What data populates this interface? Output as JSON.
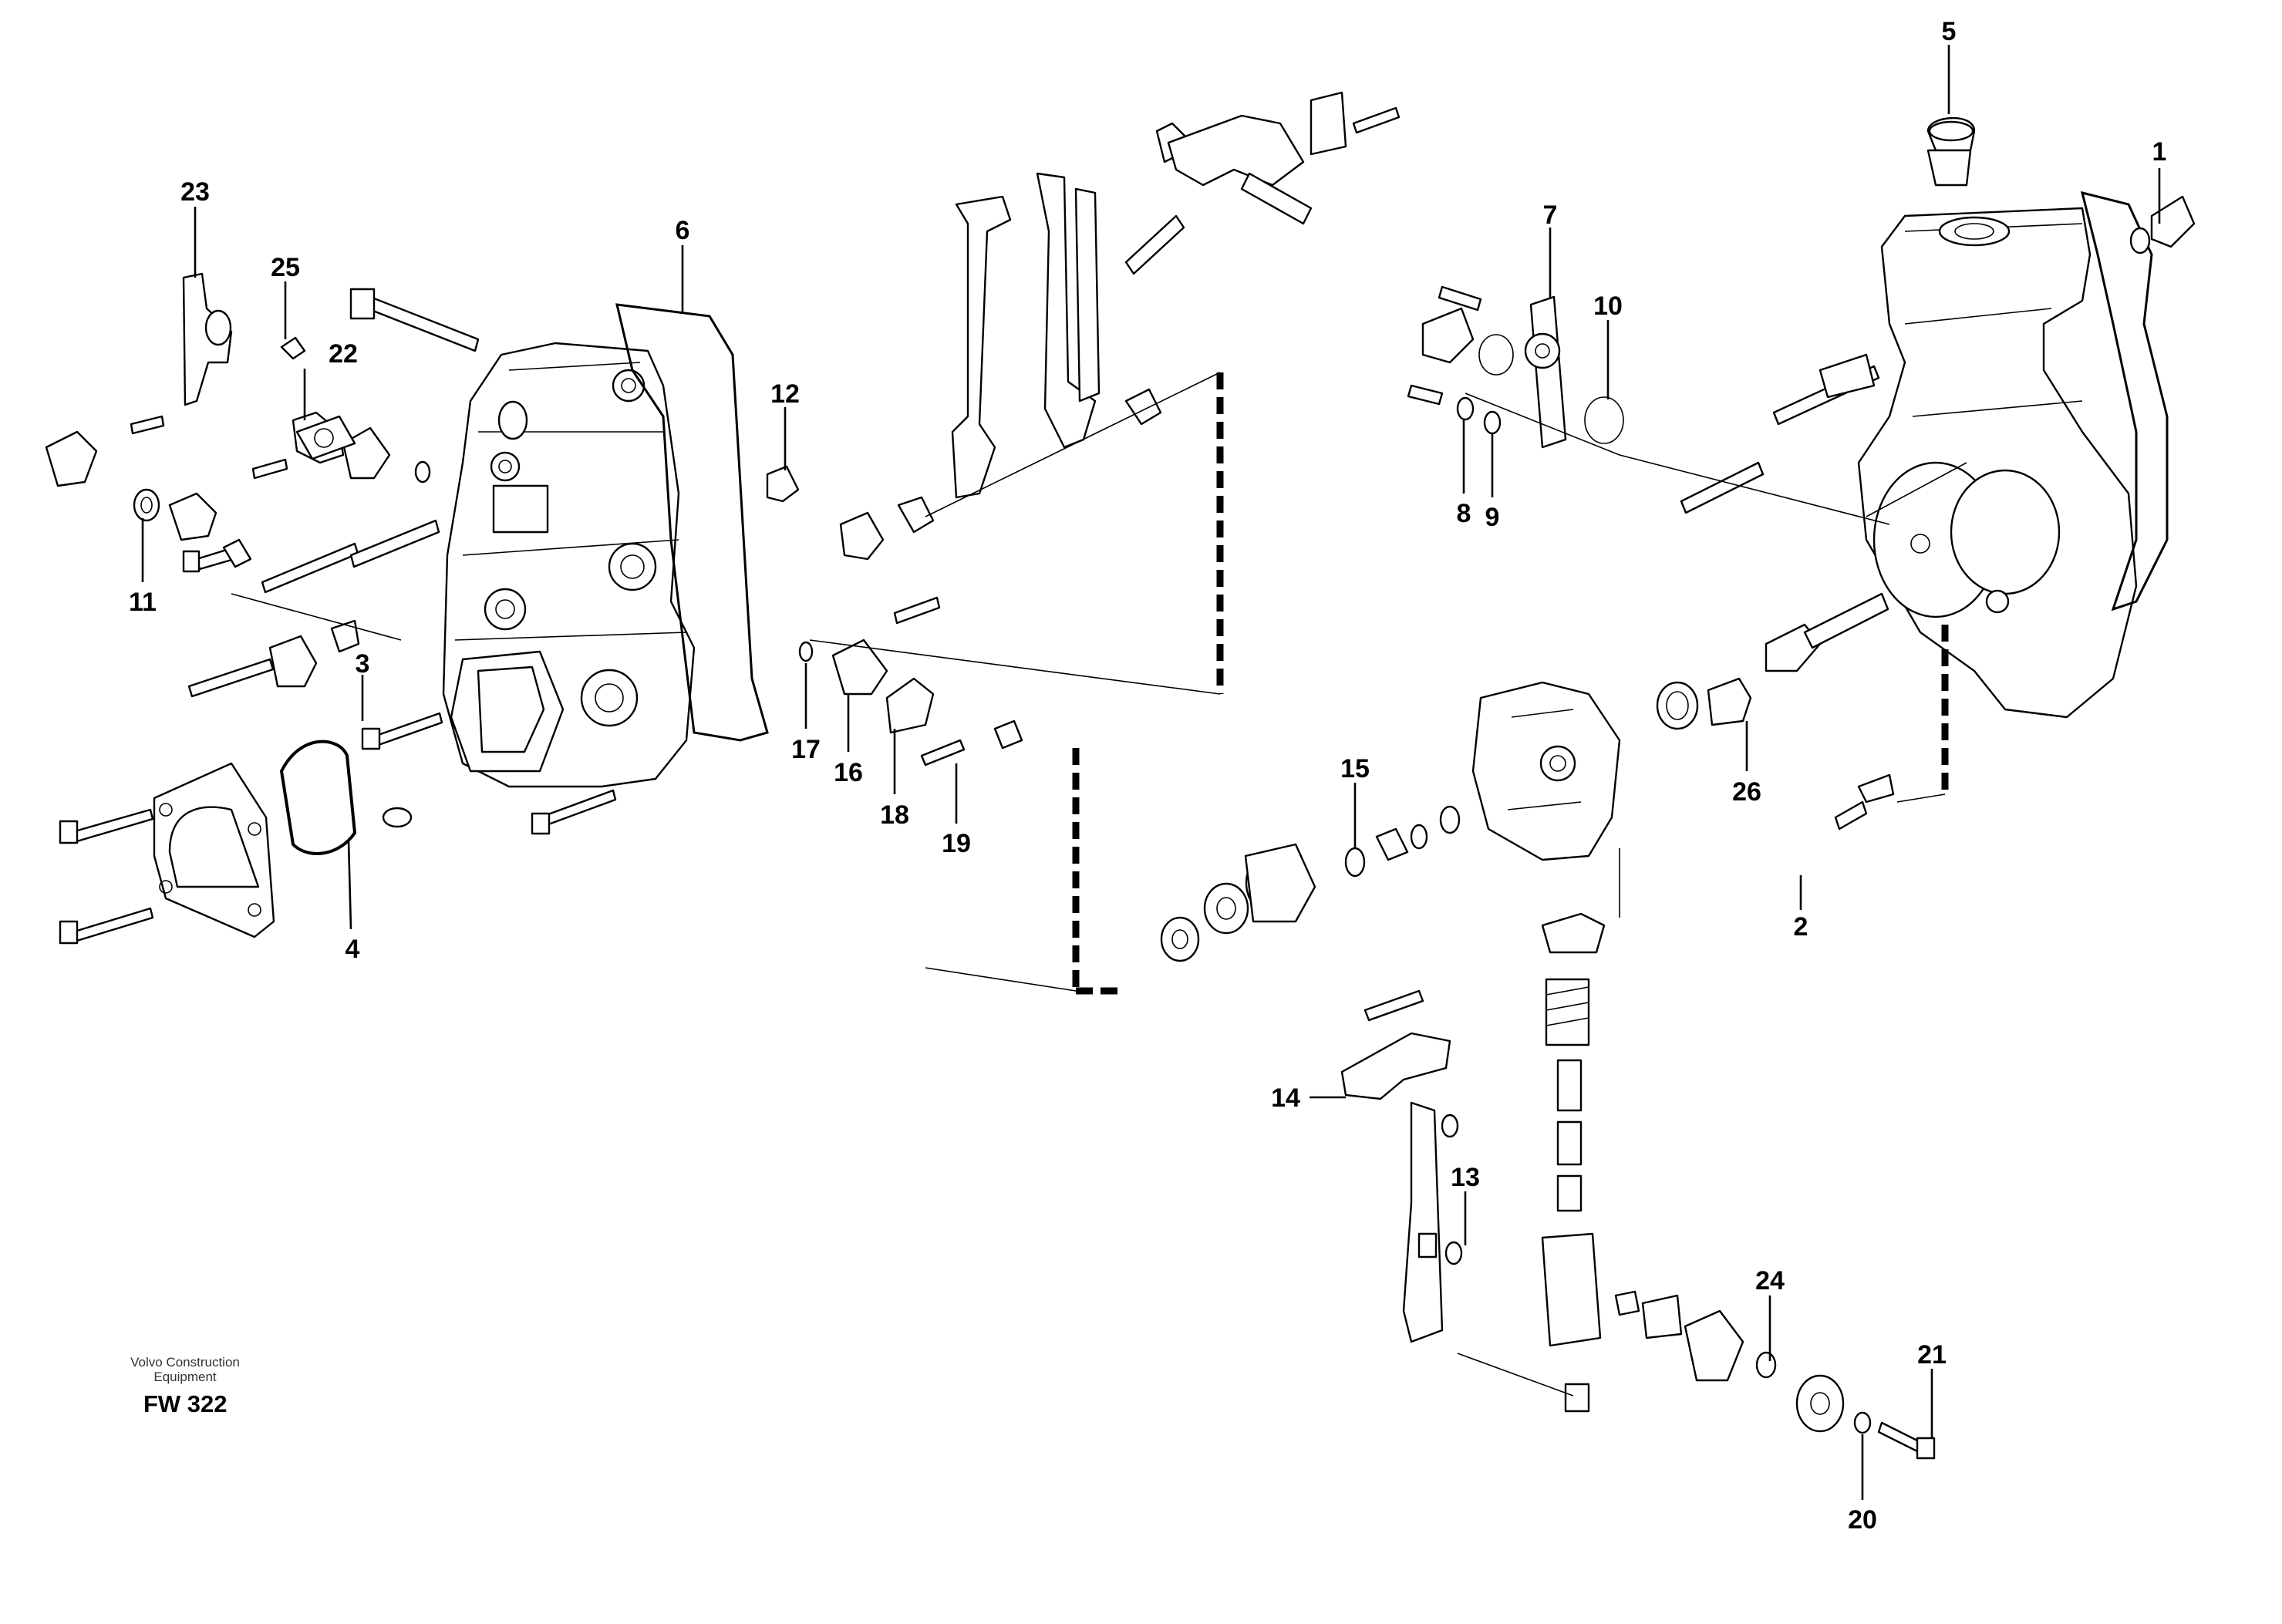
{
  "footer": {
    "credit_line1": "Volvo Construction",
    "credit_line2": "Equipment",
    "drawing_code": "FW 322"
  },
  "part_labels": [
    "1",
    "2",
    "3",
    "4",
    "5",
    "6",
    "7",
    "8",
    "9",
    "10",
    "11",
    "12",
    "13",
    "14",
    "15",
    "16",
    "17",
    "18",
    "19",
    "20",
    "21",
    "22",
    "23",
    "24",
    "25",
    "26"
  ]
}
